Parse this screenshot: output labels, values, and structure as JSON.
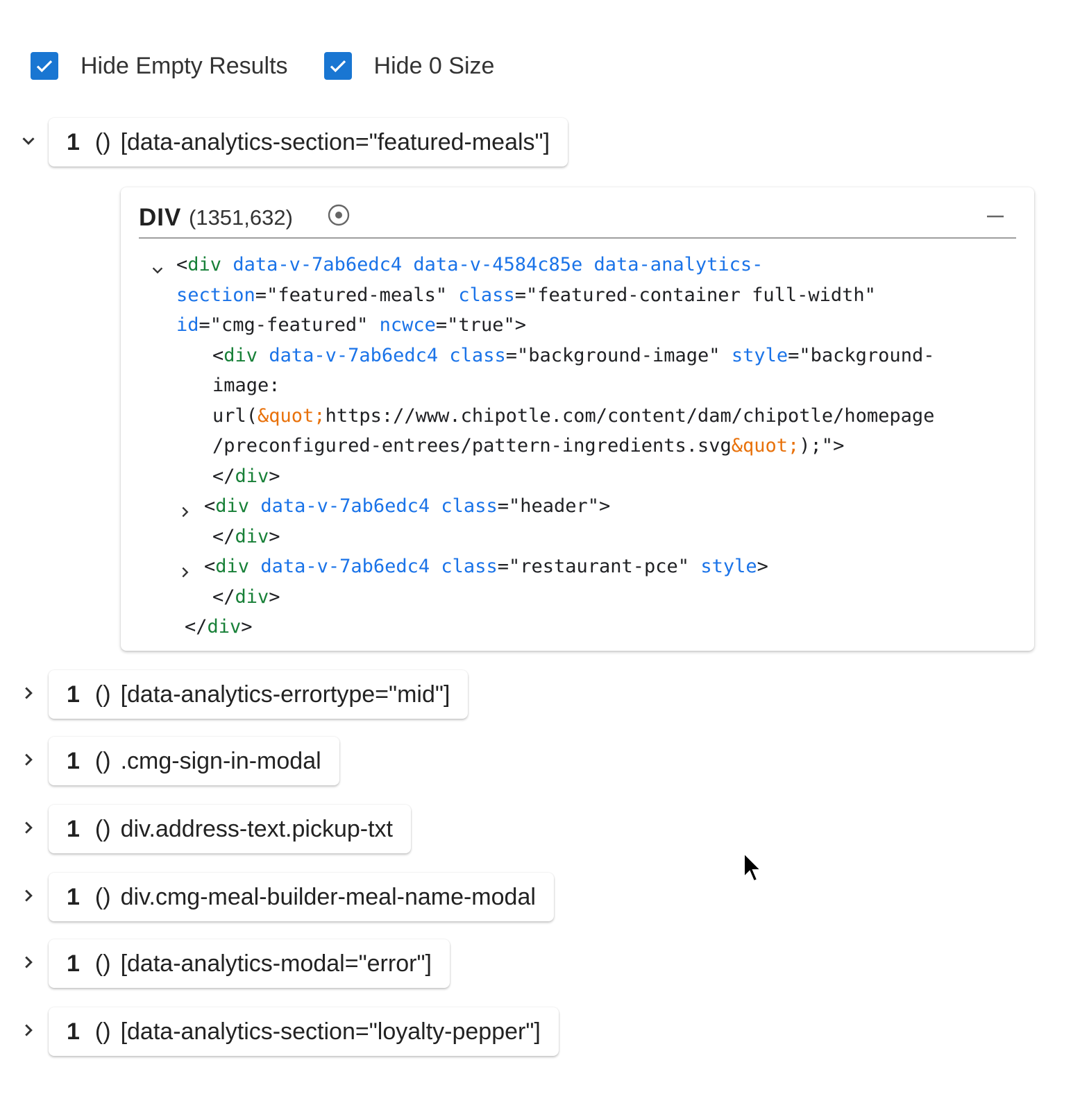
{
  "filters": [
    {
      "label": "Hide Empty Results",
      "checked": true
    },
    {
      "label": "Hide 0 Size",
      "checked": true
    }
  ],
  "results": [
    {
      "count": "1",
      "paren": "()",
      "selector": "[data-analytics-section=\"featured-meals\"]",
      "expanded": true
    },
    {
      "count": "1",
      "paren": "()",
      "selector": "[data-analytics-errortype=\"mid\"]",
      "expanded": false
    },
    {
      "count": "1",
      "paren": "()",
      "selector": ".cmg-sign-in-modal",
      "expanded": false
    },
    {
      "count": "1",
      "paren": "()",
      "selector": "div.address-text.pickup-txt",
      "expanded": false
    },
    {
      "count": "1",
      "paren": "()",
      "selector": "div.cmg-meal-builder-meal-name-modal",
      "expanded": false
    },
    {
      "count": "1",
      "paren": "()",
      "selector": "[data-analytics-modal=\"error\"]",
      "expanded": false
    },
    {
      "count": "1",
      "paren": "()",
      "selector": "[data-analytics-section=\"loyalty-pepper\"]",
      "expanded": false
    }
  ],
  "card": {
    "tag": "DIV",
    "size": "(1351,632)",
    "icons": {
      "target": "target-icon",
      "collapse": "minus-icon"
    }
  },
  "code": {
    "line1_tag": "div",
    "line1_attr1": "data-v-7ab6edc4",
    "line1_attr2": "data-v-4584c85e",
    "line1_attr3a": "data-analytics-",
    "line2_attr3b": "section",
    "line2_val3": "\"featured-meals\"",
    "line2_attr4": "class",
    "line2_val4": "\"featured-container full-width\"",
    "line3_attr5": "id",
    "line3_val5": "\"cmg-featured\"",
    "line3_attr6": "ncwce",
    "line3_val6": "\"true\"",
    "line4_tag": "div",
    "line4_attr1": "data-v-7ab6edc4",
    "line4_attr2": "class",
    "line4_val2": "\"background-image\"",
    "line4_attr3": "style",
    "line4_val3a": "\"background-",
    "line5_val": "image:",
    "line6_a": "url(",
    "line6_ent": "&quot;",
    "line6_b": "https://www.chipotle.com/content/dam/chipotle/homepage",
    "line7_a": "/preconfigured-entrees/pattern-ingredients.svg",
    "line7_ent": "&quot;",
    "line7_b": ");\"",
    "close_tag": "div",
    "line9_tag": "div",
    "line9_attr1": "data-v-7ab6edc4",
    "line9_attr2": "class",
    "line9_val2": "\"header\"",
    "line11_tag": "div",
    "line11_attr1": "data-v-7ab6edc4",
    "line11_attr2": "class",
    "line11_val2": "\"restaurant-pce\"",
    "line11_attr3": "style"
  },
  "colors": {
    "accent": "#1976d2",
    "code_tag": "#188038",
    "code_attr": "#1a73e8",
    "code_entity": "#e8710a"
  }
}
